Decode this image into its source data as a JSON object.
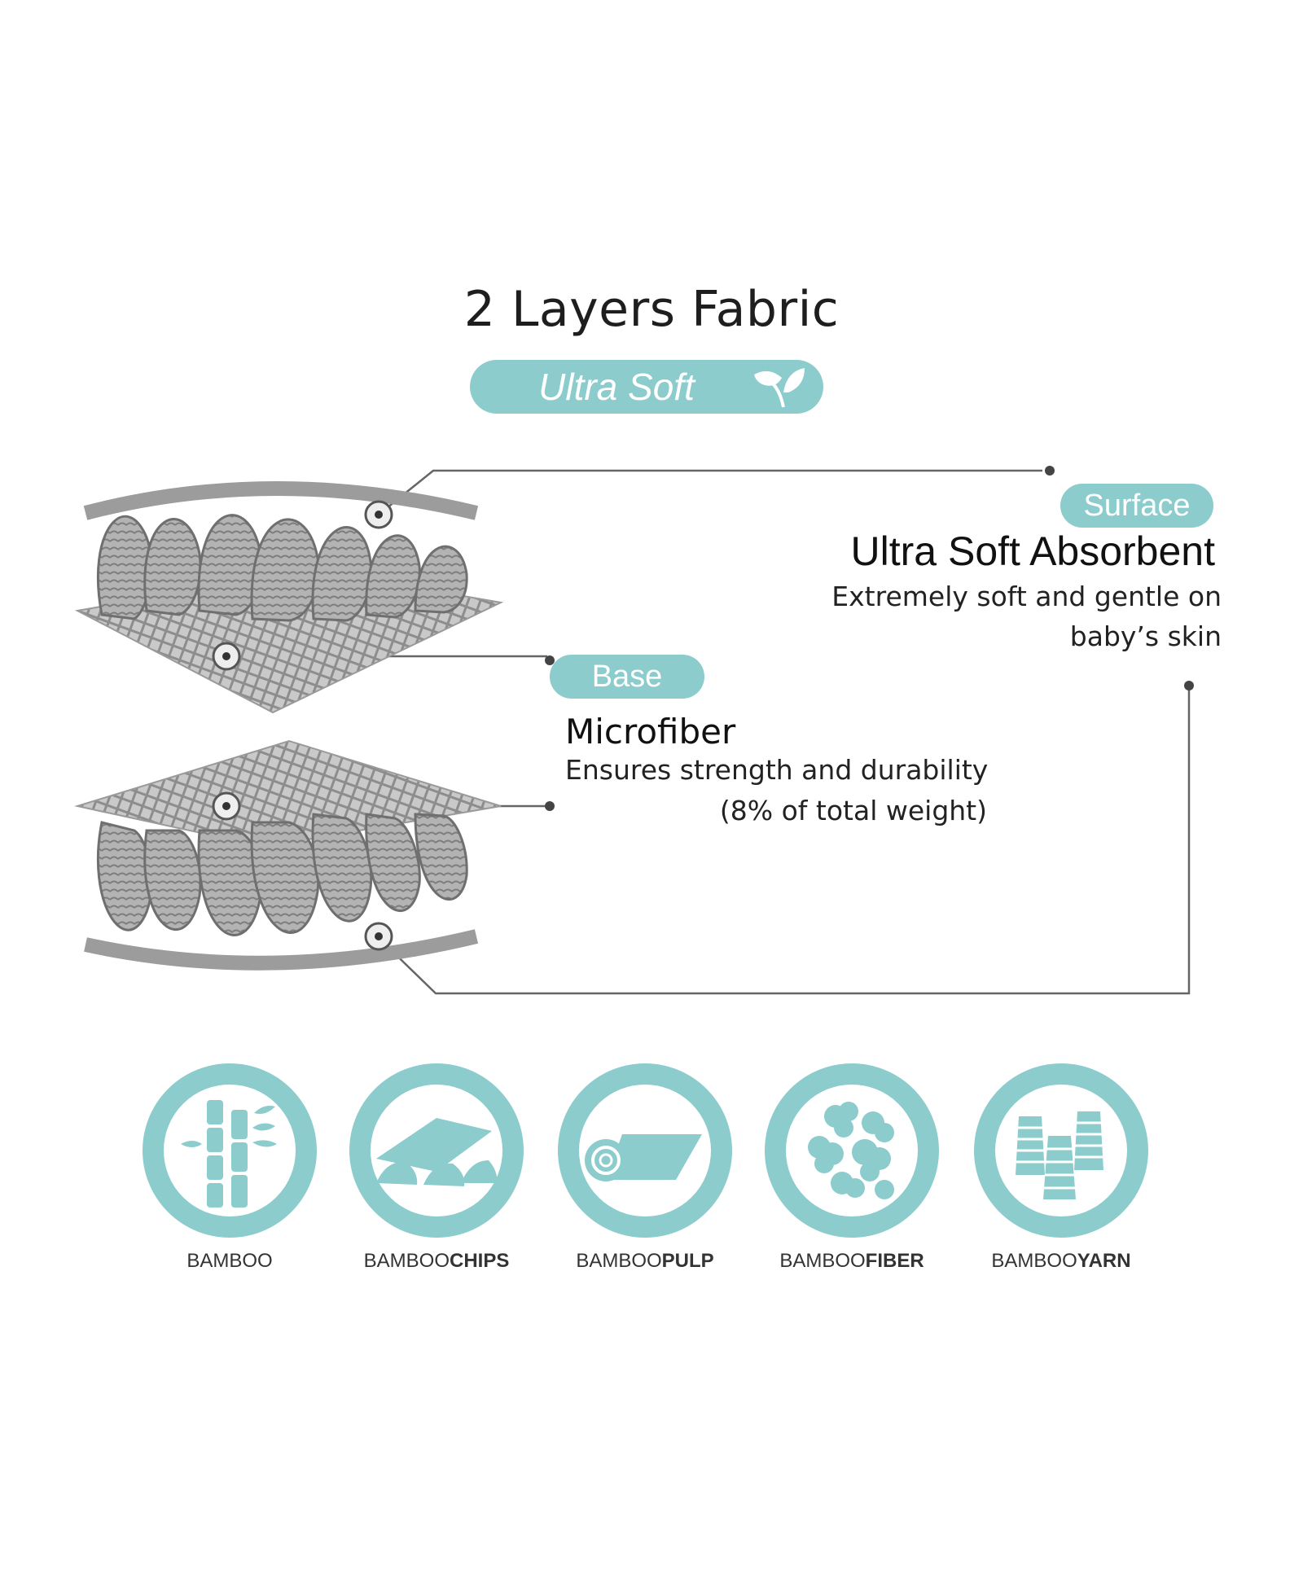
{
  "title": "2 Layers Fabric",
  "badge": {
    "label": "Ultra Soft",
    "icon": "leaf-icon"
  },
  "surface": {
    "tag": "Surface",
    "heading": "Ultra Soft Absorbent",
    "desc_line1": "Extremely soft and gentle on",
    "desc_line2": "baby’s skin"
  },
  "base": {
    "tag": "Base",
    "heading": "Microfiber",
    "desc_line1": "Ensures strength and durability",
    "desc_line2": "(8% of total weight)"
  },
  "process_steps": [
    {
      "prefix": "BAMBOO",
      "bold": "",
      "icon": "bamboo-stalk-icon"
    },
    {
      "prefix": "BAMBOO",
      "bold": "CHIPS",
      "icon": "bamboo-chips-icon"
    },
    {
      "prefix": "BAMBOO",
      "bold": "PULP",
      "icon": "bamboo-pulp-icon"
    },
    {
      "prefix": "BAMBOO",
      "bold": "FIBER",
      "icon": "bamboo-fiber-icon"
    },
    {
      "prefix": "BAMBOO",
      "bold": "YARN",
      "icon": "bamboo-yarn-icon"
    }
  ],
  "colors": {
    "accent": "#8ccccd",
    "fabric": "#9a9a9a",
    "line": "#555555"
  }
}
